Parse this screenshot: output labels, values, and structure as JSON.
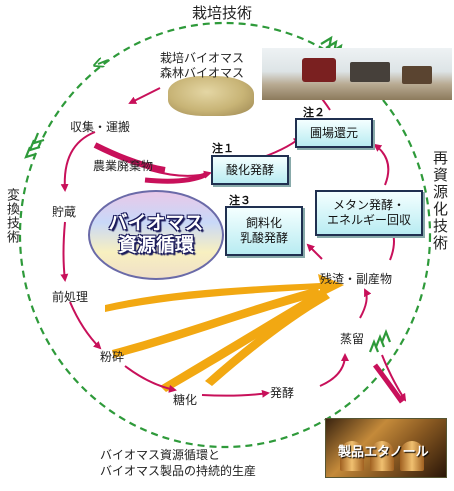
{
  "labels": {
    "cultivation_tech": "栽培技術",
    "conversion_tech": "変換技術",
    "recycling_tech": "再資源化技術",
    "biomass_source_1": "栽培バイオマス",
    "biomass_source_2": "森林バイオマス",
    "collection": "収集・運搬",
    "agri_waste": "農業廃棄物",
    "storage": "貯蔵",
    "pretreatment": "前処理",
    "crushing": "粉砕",
    "saccharification": "糖化",
    "fermentation": "発酵",
    "distillation": "蒸留",
    "residue": "残渣・副産物",
    "center_line1": "バイオマス",
    "center_line2": "資源循環",
    "product": "製品エタノール"
  },
  "boxes": {
    "acid_fermentation": "酸化発酵",
    "field_return": "圃場還元",
    "feed_line1": "飼料化",
    "feed_line2": "乳酸発酵",
    "methane_line1": "メタン発酵・",
    "methane_line2": "エネルギー回収"
  },
  "notes": {
    "note1": "注１",
    "note2": "注２",
    "note3": "注３"
  },
  "caption": {
    "line1": "バイオマス資源循環と",
    "line2": "バイオマス製品の持続的生産"
  },
  "colors": {
    "cycle_circle": "#2e9a3a",
    "flow_arrow": "#c8105a",
    "big_arrow": "#f2a812",
    "box_border": "#203050"
  }
}
